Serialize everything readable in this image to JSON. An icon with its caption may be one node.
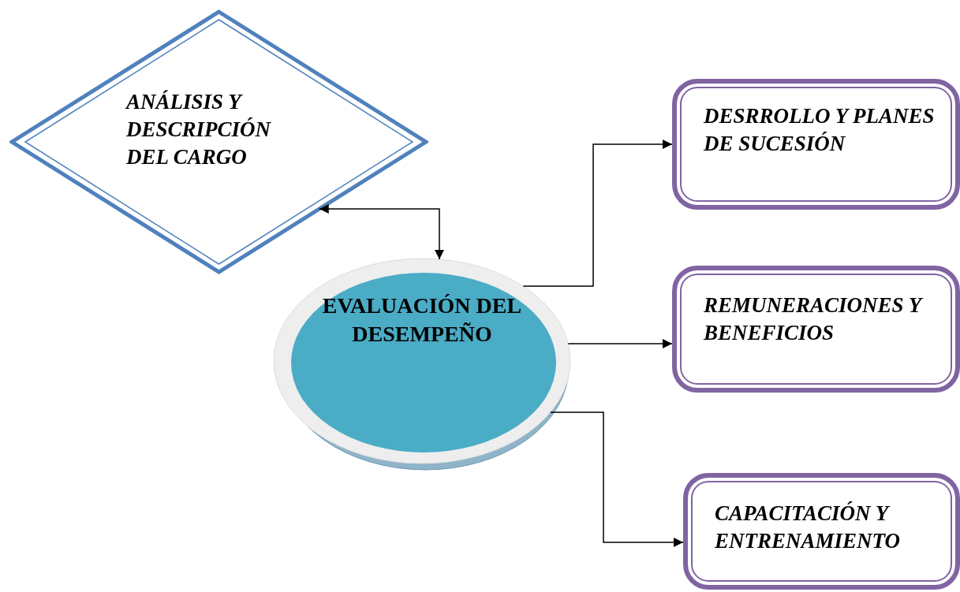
{
  "diagram": {
    "nodes": [
      {
        "text": [
          "ANÁLISIS Y DESCRIPCIÓN DEL CARGO"
        ]
      },
      {
        "text": [
          "EVALUACIÓN DEL DESEMPEÑO"
        ]
      },
      {
        "text": [
          "DESRROLLO Y PLANES DE SUCESIÓN"
        ]
      },
      {
        "text": [
          "REMUNERACIONES Y BENEFICIOS"
        ]
      },
      {
        "text": [
          "CAPACITACIÓN Y ENTRENAMIENTO"
        ]
      }
    ],
    "edges": [
      {
        "from": 1,
        "to": 0,
        "arrow": "both"
      },
      {
        "from": 1,
        "to": 2,
        "arrow": "to"
      },
      {
        "from": 1,
        "to": 3,
        "arrow": "to"
      },
      {
        "from": 1,
        "to": 4,
        "arrow": "to"
      }
    ]
  }
}
